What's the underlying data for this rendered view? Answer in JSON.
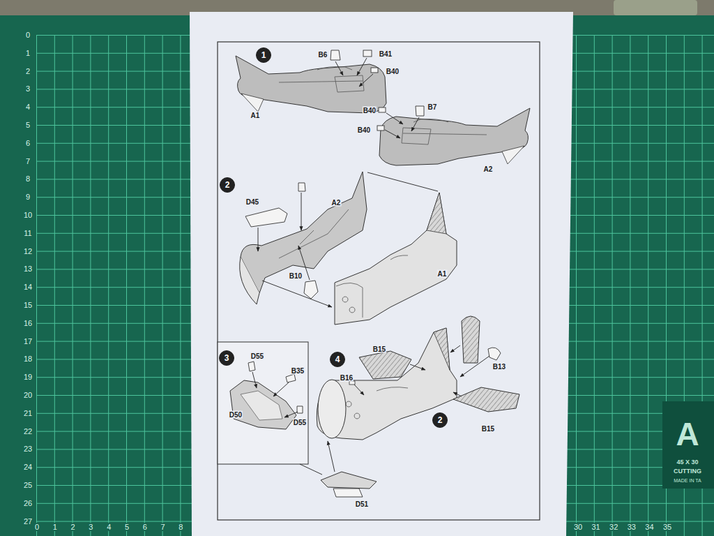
{
  "diagram": {
    "nodes": [
      {
        "text": [
          "1"
        ]
      },
      {
        "text": [
          "2"
        ]
      },
      {
        "text": [
          "3"
        ]
      },
      {
        "text": [
          "4"
        ]
      },
      {
        "text": [
          "2"
        ]
      }
    ],
    "labels": [
      "B6",
      "B41",
      "B40",
      "A1",
      "B40",
      "B7",
      "B40",
      "A2",
      "D45",
      "A2",
      "A1",
      "B10",
      "D55",
      "B35",
      "D50",
      "D55",
      "B16",
      "B15",
      "B13",
      "B15",
      "D51",
      "0",
      "1",
      "2",
      "3",
      "4",
      "5",
      "6",
      "7",
      "8",
      "9",
      "10",
      "11",
      "12",
      "13",
      "14",
      "15",
      "16",
      "17",
      "18",
      "19",
      "20",
      "21",
      "22",
      "23",
      "24",
      "25",
      "26",
      "27",
      "0",
      "1",
      "2",
      "3",
      "4",
      "5",
      "6",
      "7",
      "8",
      "30",
      "31",
      "32",
      "33",
      "34",
      "35",
      "A",
      "45 X 30",
      "CUTTING",
      "MADE IN TA"
    ]
  }
}
